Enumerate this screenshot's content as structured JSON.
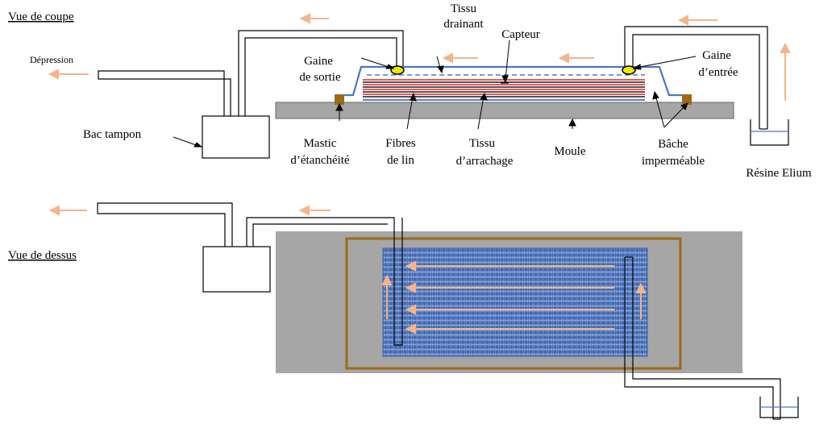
{
  "section_titles": {
    "cross_section": "Vue de coupe",
    "top_view": "Vue de dessus"
  },
  "labels": {
    "depression": "Dépression",
    "bac_tampon": "Bac tampon",
    "tissu_drainant_1": "Tissu",
    "tissu_drainant_2": "drainant",
    "capteur": "Capteur",
    "gaine_sortie_1": "Gaine",
    "gaine_sortie_2": "de sortie",
    "gaine_entree_1": "Gaine",
    "gaine_entree_2": "d’entrée",
    "mastic_1": "Mastic",
    "mastic_2": "d’étanchéité",
    "fibres_1": "Fibres",
    "fibres_2": "de lin",
    "tissu_arrachage_1": "Tissu",
    "tissu_arrachage_2": "d’arrachage",
    "moule": "Moule",
    "bache_1": "Bâche",
    "bache_2": "imperméable",
    "resine": "Résine Elium"
  },
  "colors": {
    "flow_arrow": "#f5b48a",
    "bag": "#4a78c4",
    "mould": "#a6a6a6",
    "sealant": "#9c6a14",
    "fabric": "#5b7fc2",
    "fibre_red": "#e02020",
    "fibre_dark": "#1a1a1a",
    "gaine": "#f2e600"
  }
}
